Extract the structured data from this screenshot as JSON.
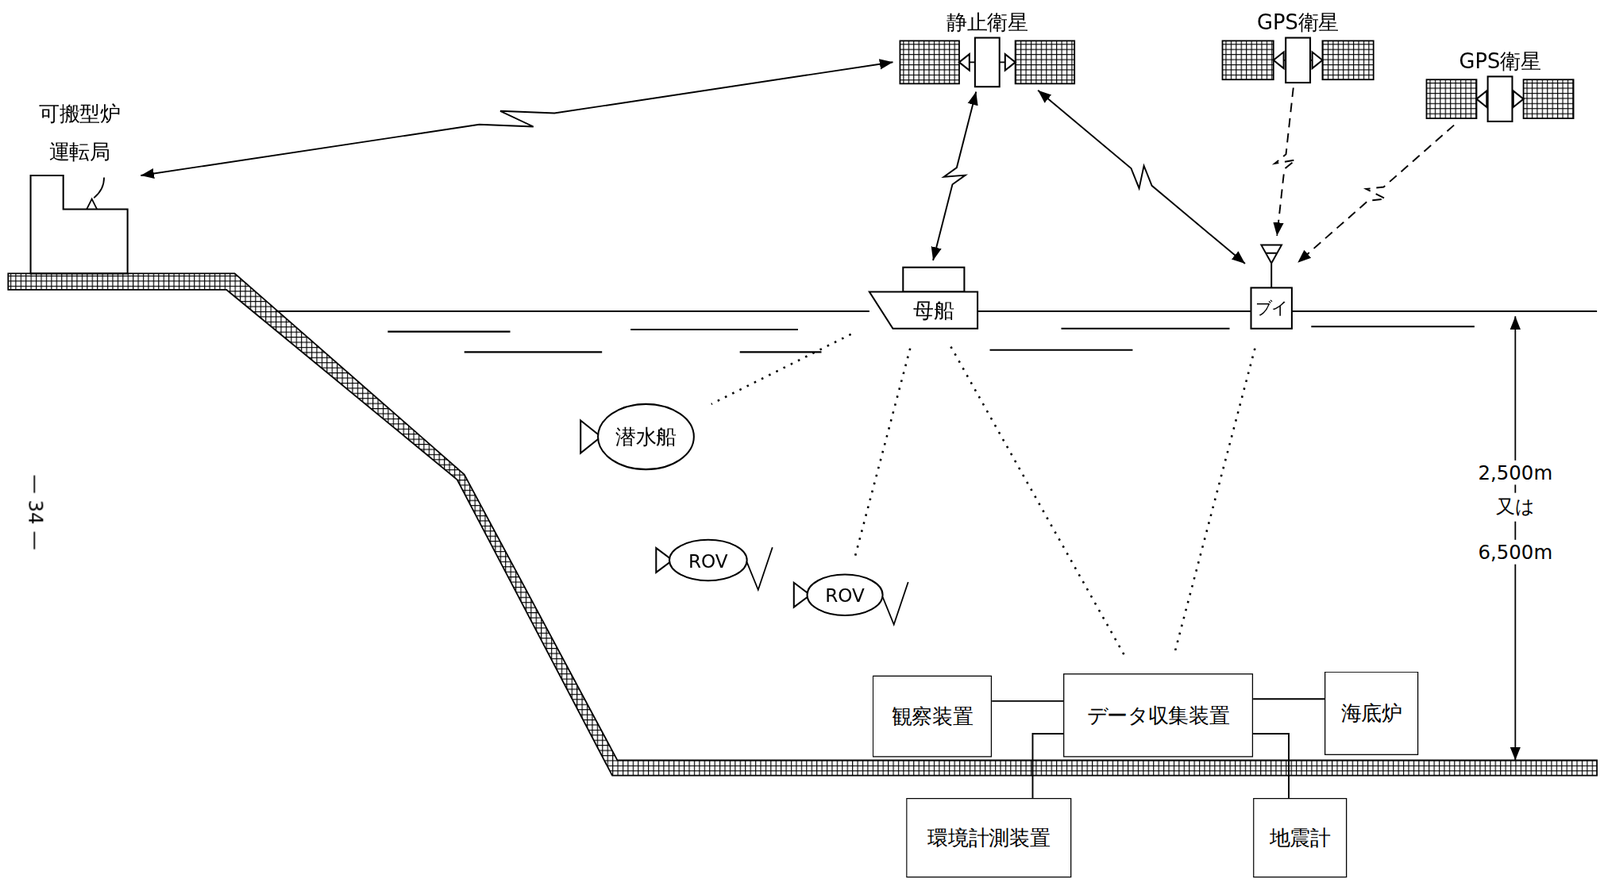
{
  "diagram": {
    "nodes": [
      {
        "text": [
          "可搬型炉 運転局"
        ]
      },
      {
        "text": [
          "静止衛星"
        ]
      },
      {
        "text": [
          "GPS衛星"
        ]
      },
      {
        "text": [
          "GPS衛星"
        ]
      },
      {
        "text": [
          "母船"
        ]
      },
      {
        "text": [
          "ブイ"
        ]
      },
      {
        "text": [
          "潜水船"
        ]
      },
      {
        "text": [
          "ROV"
        ]
      },
      {
        "text": [
          "ROV"
        ]
      },
      {
        "text": [
          "観察装置"
        ]
      },
      {
        "text": [
          "データ収集装置"
        ]
      },
      {
        "text": [
          "海底炉"
        ]
      },
      {
        "text": [
          "環境計測装置"
        ]
      },
      {
        "text": [
          "地震計"
        ]
      }
    ],
    "edges": [
      {
        "from": 0,
        "to": 1,
        "arrow": "both"
      },
      {
        "from": 1,
        "to": 4,
        "arrow": "both"
      },
      {
        "from": 1,
        "to": 5,
        "arrow": "both"
      },
      {
        "from": 2,
        "to": 5,
        "arrow": "to"
      },
      {
        "from": 3,
        "to": 5,
        "arrow": "to"
      },
      {
        "from": 4,
        "to": 6,
        "arrow": "none"
      },
      {
        "from": 4,
        "to": 8,
        "arrow": "none"
      },
      {
        "from": 4,
        "to": 10,
        "arrow": "none"
      },
      {
        "from": 5,
        "to": 10,
        "arrow": "none"
      },
      {
        "from": 9,
        "to": 10,
        "arrow": "none"
      },
      {
        "from": 10,
        "to": 11,
        "arrow": "none"
      },
      {
        "from": 10,
        "to": 12,
        "arrow": "none"
      },
      {
        "from": 10,
        "to": 13,
        "arrow": "none"
      }
    ],
    "labels": [
      "2,500m",
      "又は",
      "6,500m",
      "— 34 —"
    ]
  }
}
